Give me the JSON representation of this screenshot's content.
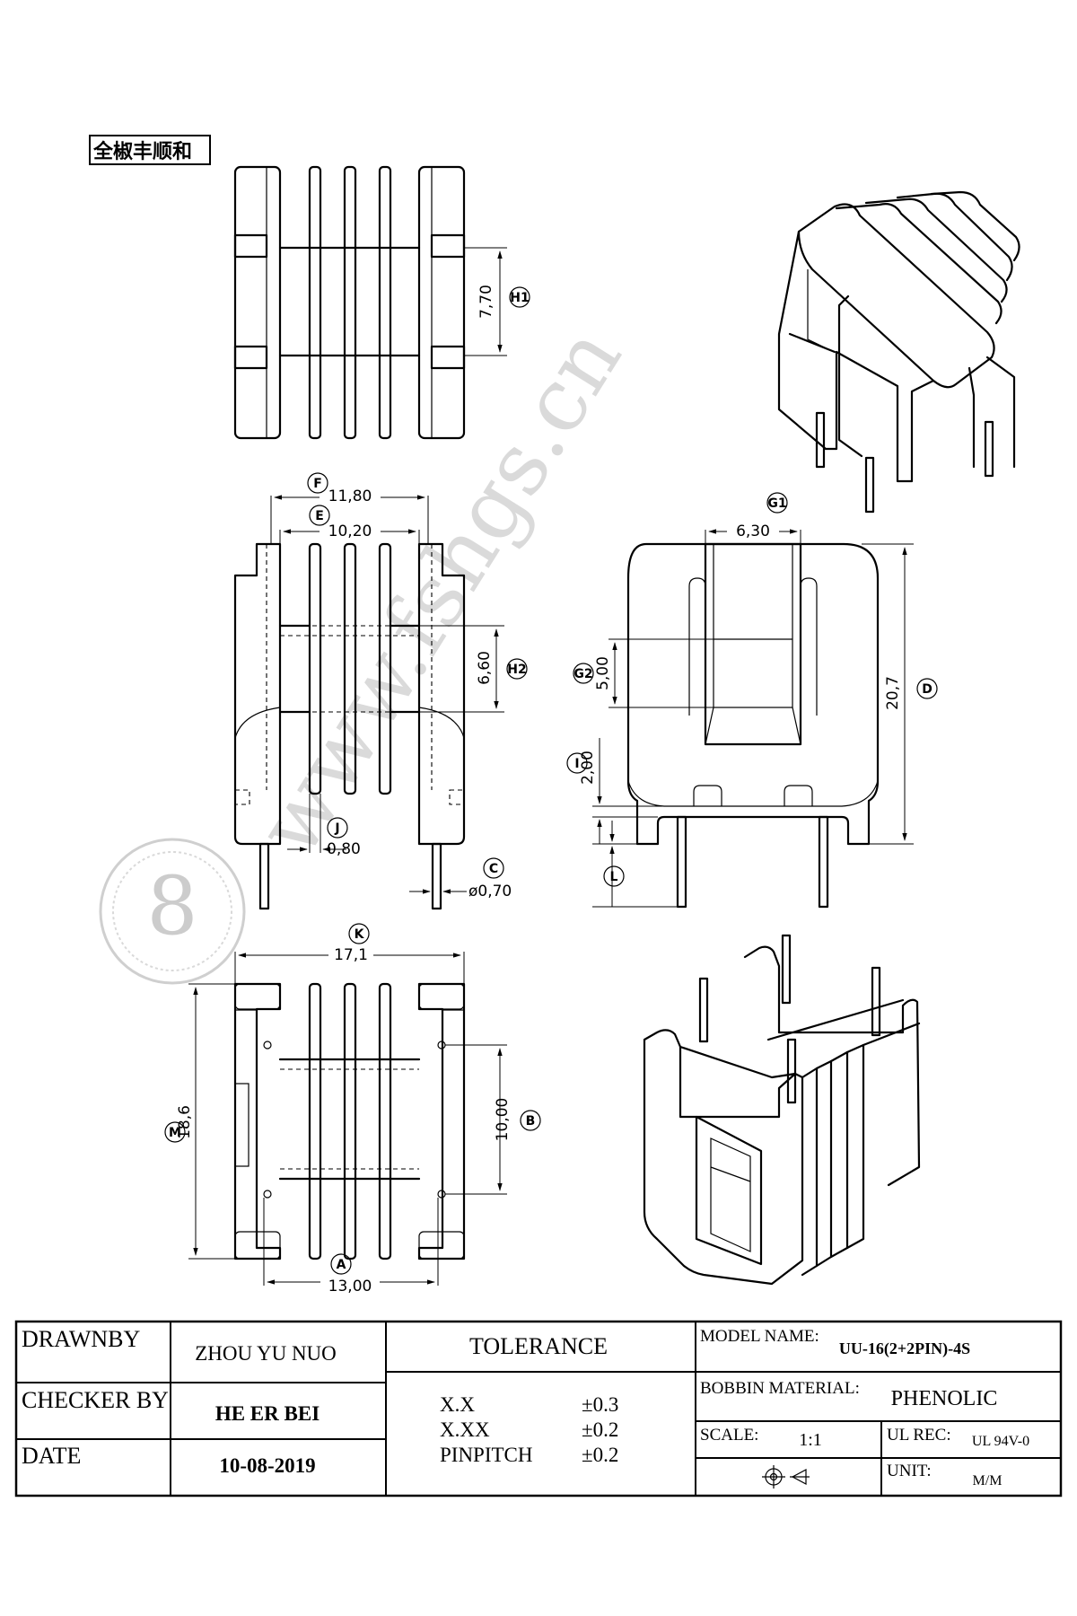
{
  "company_name": "全椒丰顺和",
  "watermark": "www.fshgs.cn",
  "dimensions": {
    "H1": "7,70",
    "F": "11,80",
    "E": "10,20",
    "H2": "6,60",
    "J": "0,80",
    "C": "ø0,70",
    "G1": "6,30",
    "G2": "5,00",
    "D": "20,7",
    "I": "2,00",
    "L": "",
    "K": "17,1",
    "M": "18,6",
    "B": "10,00",
    "A": "13,00"
  },
  "bubbles": [
    "H1",
    "F",
    "E",
    "H2",
    "J",
    "C",
    "G1",
    "G2",
    "D",
    "I",
    "L",
    "K",
    "M",
    "B",
    "A"
  ],
  "title_block": {
    "drawn_by_label": "DRAWNBY",
    "drawn_by": "ZHOU YU NUO",
    "checker_label": "CHECKER BY",
    "checker": "HE ER BEI",
    "date_label": "DATE",
    "date": "10-08-2019",
    "tolerance_label": "TOLERANCE",
    "tolerances": [
      {
        "label": "X.X",
        "value": "±0.3"
      },
      {
        "label": "X.XX",
        "value": "±0.2"
      },
      {
        "label": "PINPITCH",
        "value": "±0.2"
      }
    ],
    "model_label": "MODEL NAME:",
    "model": "UU-16(2+2PIN)-4S",
    "material_label": "BOBBIN MATERIAL:",
    "material": "PHENOLIC",
    "scale_label": "SCALE:",
    "scale": "1:1",
    "ul_label": "UL REC:",
    "ul": "UL 94V-0",
    "unit_label": "UNIT:",
    "unit": "M/M"
  }
}
